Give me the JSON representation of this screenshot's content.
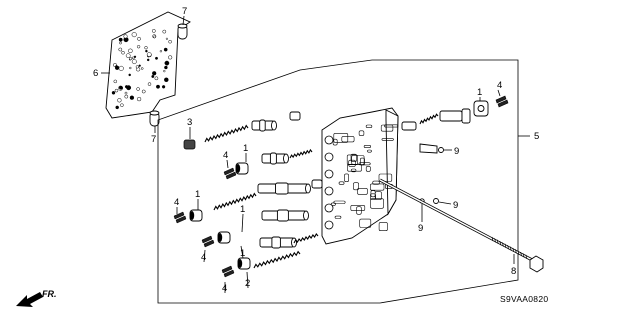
{
  "callouts": {
    "c1a": "1",
    "c1b": "1",
    "c1c": "1",
    "c1d": "1",
    "c1e": "1",
    "c2": "2",
    "c3": "3",
    "c4a": "4",
    "c4b": "4",
    "c4c": "4",
    "c4d": "4",
    "c4e": "4",
    "c5": "5",
    "c6": "6",
    "c7a": "7",
    "c7b": "7",
    "c8": "8",
    "c9a": "9",
    "c9b": "9",
    "c9c": "9"
  },
  "direction_label": "FR.",
  "diagram_code": "S9VAA0820"
}
